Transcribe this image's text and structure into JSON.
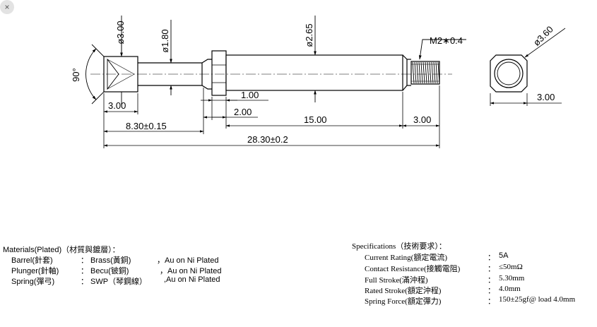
{
  "close_button": {
    "glyph": "×",
    "icon": "close-icon"
  },
  "drawing": {
    "angle": "90°",
    "dia_head": "ø3.00",
    "dia_neck": "ø1.80",
    "dia_body": "ø2.65",
    "thread": "M2∗0.4",
    "dia_hex": "ø3.60",
    "dim_1_00": "1.00",
    "dim_2_00": "2.00",
    "dim_3_00_left": "3.00",
    "dim_8_30": "8.30±0.15",
    "dim_15_00": "15.00",
    "dim_3_00_right": "3.00",
    "dim_28_30": "28.30±0.2",
    "dim_hex_3_00": "3.00"
  },
  "materials": {
    "title": "Materials(Plated)（材質與鍍層）：",
    "rows": [
      {
        "part": "Barrel(針套)",
        "sep": "：",
        "material": "Brass(黃銅)",
        "plating": "，Au on Ni Plated"
      },
      {
        "part": "Plunger(針軸)",
        "sep": "：",
        "material": "Becu(铍銅)",
        "plating": "，Au on Ni Plated"
      },
      {
        "part": "Spring(彈弓)",
        "sep": "：",
        "material": "SWP（琴鋼線）",
        "plating": ",Au on Ni Plated"
      }
    ]
  },
  "specifications": {
    "title": "Specifications（技術要求）：",
    "rows": [
      {
        "label": "Current Rating(額定電流)",
        "sep": "：",
        "value": "5A"
      },
      {
        "label": "Contact Resistance(接觸電阻)",
        "sep": "：",
        "value": "≤50mΩ"
      },
      {
        "label": "Full Stroke(滿沖程)",
        "sep": "：",
        "value": "5.30mm"
      },
      {
        "label": "Rated Stroke(額定沖程)",
        "sep": "：",
        "value": "4.0mm"
      },
      {
        "label": "Spring Force(額定彈力)",
        "sep": "：",
        "value": "150±25gf@ load 4.0mm"
      }
    ]
  }
}
